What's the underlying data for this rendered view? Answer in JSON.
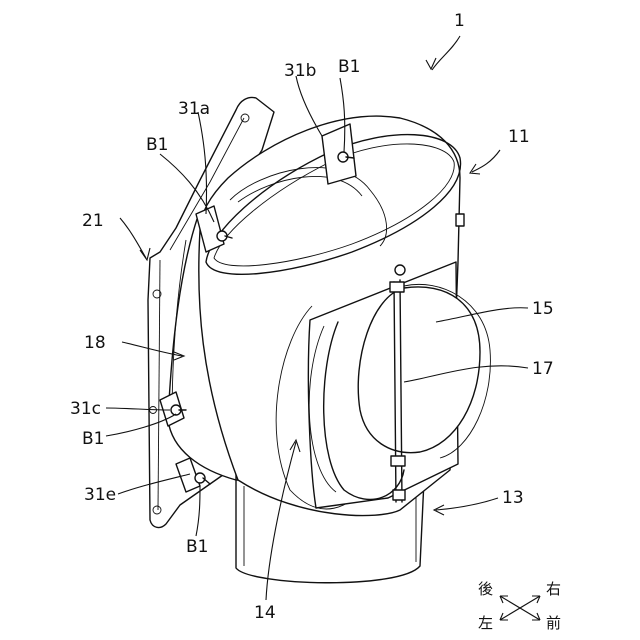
{
  "labels": {
    "assembly": "1",
    "body_11": "11",
    "pipe_13": "13",
    "opening_14": "14",
    "damper_15": "15",
    "shaft_17": "17",
    "wall_18": "18",
    "flange_21": "21",
    "bracket_31a": "31a",
    "bracket_31b": "31b",
    "bracket_31c": "31c",
    "bracket_31e": "31e",
    "bolt_b1_top": "B1",
    "bolt_b1_upper_left": "B1",
    "bolt_b1_middle_left": "B1",
    "bolt_b1_bottom": "B1"
  },
  "directions": {
    "back": "後",
    "right": "右",
    "left": "左",
    "front": "前"
  }
}
